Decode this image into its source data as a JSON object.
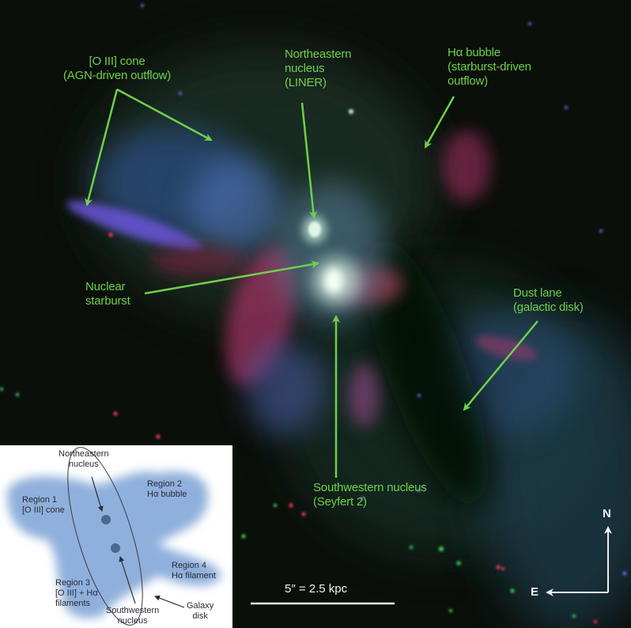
{
  "figure": {
    "type": "composite astronomical image with annotations",
    "colors": {
      "annotation_green": "#6fd04a",
      "compass_white": "#f0f0f0",
      "inset_blue": "#8fb0dc",
      "nucleus_dot": "#4a6890"
    }
  },
  "annotations": {
    "oiii_cone": {
      "line1": "[O III] cone",
      "line2": "(AGN-driven outflow)"
    },
    "ne_nucleus": {
      "line1": "Northeastern",
      "line2": "nucleus",
      "line3": "(LINER)"
    },
    "ha_bubble": {
      "line1": "Hα bubble",
      "line2": "(starburst-driven",
      "line3": "outflow)"
    },
    "nuclear_starburst": {
      "line1": "Nuclear",
      "line2": "starburst"
    },
    "dust_lane": {
      "line1": "Dust lane",
      "line2": "(galactic disk)"
    },
    "sw_nucleus": {
      "line1": "Southwestern nucleus",
      "line2": "(Seyfert 2)"
    }
  },
  "scale_bar": {
    "label": "5″ = 2.5 kpc"
  },
  "compass": {
    "north": "N",
    "east": "E"
  },
  "inset": {
    "ne_nucleus": {
      "line1": "Northeastern",
      "line2": "nucleus"
    },
    "region1": {
      "line1": "Region 1",
      "line2": "[O III] cone"
    },
    "region2": {
      "line1": "Region 2",
      "line2": "Hα bubble"
    },
    "region3": {
      "line1": "Region 3",
      "line2": "[O III] + Hα",
      "line3": "filaments"
    },
    "region4": {
      "line1": "Region 4",
      "line2": "Hα filament"
    },
    "sw_nucleus": {
      "line1": "Southwestern",
      "line2": "nucleus"
    },
    "galaxy_disk": {
      "line1": "Galaxy",
      "line2": "disk"
    }
  }
}
